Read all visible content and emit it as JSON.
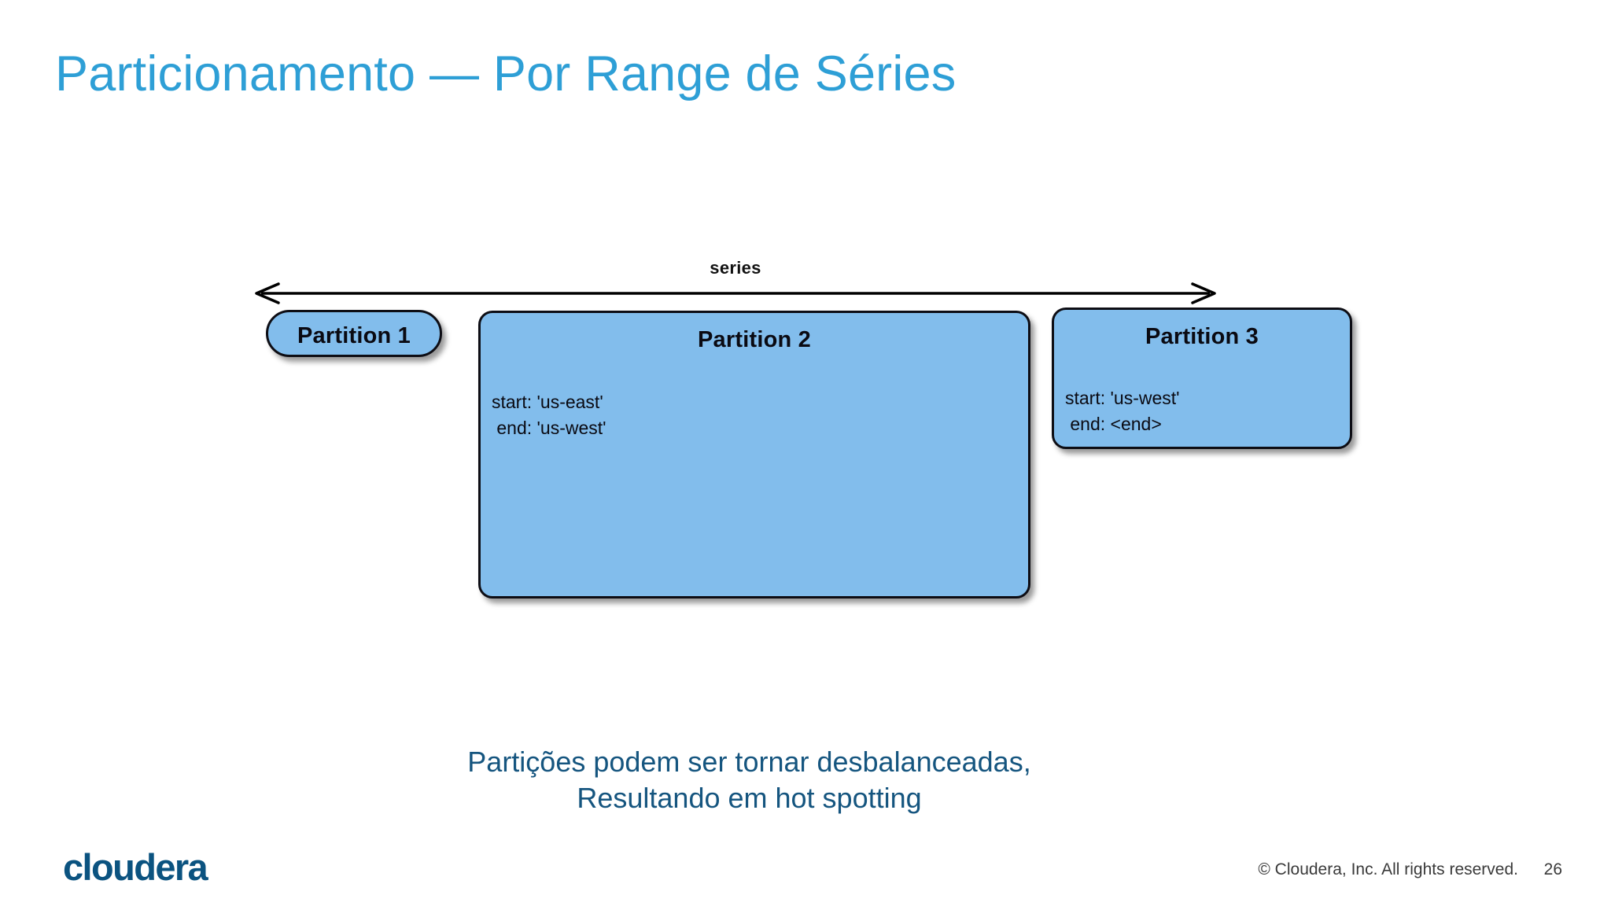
{
  "slide": {
    "title": "Particionamento — Por Range de Séries",
    "title_color": "#2E9FD6",
    "background": "#ffffff",
    "page_number": "26"
  },
  "diagram": {
    "axis_label": "series",
    "axis_arrow_icon": "double-headed-arrow-icon",
    "box_fill_color": "#82BDEC",
    "box_border_color": "#0d0d14",
    "partitions": [
      {
        "name": "Partition 1",
        "range": ""
      },
      {
        "name": "Partition 2",
        "range": "start: 'us-east'\n end: 'us-west'"
      },
      {
        "name": "Partition 3",
        "range": "start: 'us-west'\n end: <end>"
      }
    ]
  },
  "caption": {
    "line1": "Partições podem ser tornar desbalanceadas,",
    "line2": "Resultando em hot spotting",
    "color": "#15557F"
  },
  "footer": {
    "logo_text": "cloudera",
    "logo_color": "#0B5380",
    "copyright": "© Cloudera, Inc. All rights reserved.",
    "page_number": "26"
  }
}
